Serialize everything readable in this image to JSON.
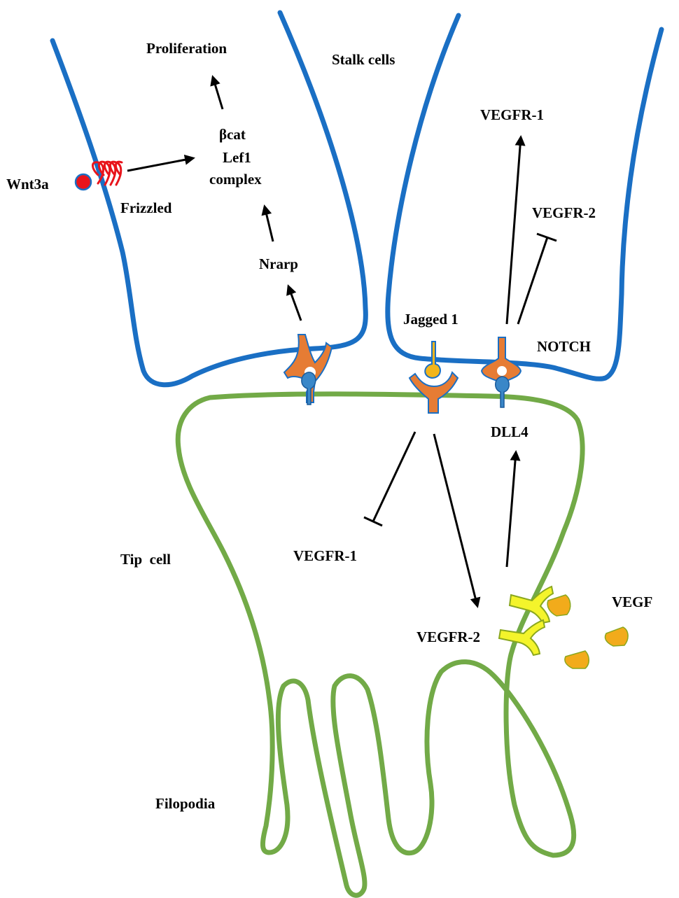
{
  "colors": {
    "stalk_membrane": "#1a6fc4",
    "tip_membrane": "#72aa47",
    "notch_receptor": "#e67c34",
    "ligand_blue": "#3a87c8",
    "jagged_ligand": "#f2b51b",
    "vegfr2_receptor": "#f4f42b",
    "vegf_ligand": "#f2ab1b",
    "wnt3a": "#e8141b",
    "frizzled": "#e8141b"
  },
  "labels": {
    "proliferation": "Proliferation",
    "stalk_cells": "Stalk cells",
    "bcat": "βcat",
    "lef1": "Lef1",
    "complex": "complex",
    "wnt3a": "Wnt3a",
    "frizzled": "Frizzled",
    "nrarp": "Nrarp",
    "vegfr1_stalk": "VEGFR-1",
    "vegfr2_stalk": "VEGFR-2",
    "jagged1": "Jagged 1",
    "notch": "NOTCH",
    "dll4": "DLL4",
    "vegfr1_tip": "VEGFR-1",
    "tip_cell": "Tip  cell",
    "vegfr2_tip": "VEGFR-2",
    "vegf": "VEGF",
    "filopodia": "Filopodia"
  },
  "relations": [
    {
      "from": "Wnt3a",
      "to": "βcat Lef1 complex",
      "type": "activates"
    },
    {
      "from": "Nrarp",
      "to": "βcat Lef1 complex",
      "type": "activates"
    },
    {
      "from": "βcat Lef1 complex",
      "to": "Proliferation",
      "type": "activates"
    },
    {
      "from": "NOTCH",
      "to": "Nrarp",
      "type": "activates"
    },
    {
      "from": "NOTCH",
      "to": "VEGFR-1",
      "type": "activates"
    },
    {
      "from": "NOTCH",
      "to": "VEGFR-2",
      "type": "inhibits"
    },
    {
      "from": "Jagged 1",
      "to": "VEGFR-1",
      "type": "inhibits"
    },
    {
      "from": "Jagged 1",
      "to": "VEGFR-2",
      "type": "activates"
    },
    {
      "from": "VEGFR-2",
      "to": "DLL4",
      "type": "activates"
    }
  ]
}
